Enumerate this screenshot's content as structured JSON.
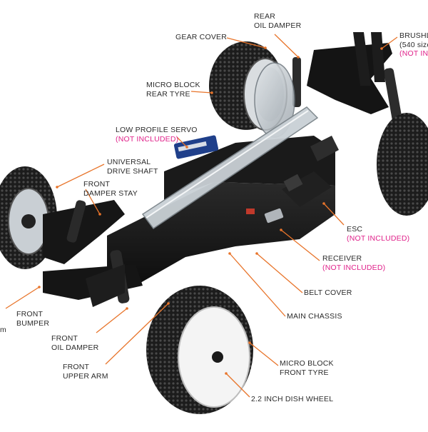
{
  "callouts": {
    "rear_oil_damper": [
      "REAR",
      "OIL DAMPER"
    ],
    "gear_cover": "GEAR COVER",
    "brushless_motor": [
      "BRUSHLE",
      "(540 size",
      "(NOT INC"
    ],
    "micro_block_rear_tyre": [
      "MICRO BLOCK",
      "REAR TYRE"
    ],
    "low_profile_servo": [
      "LOW PROFILE SERVO",
      "(NOT INCLUDED)"
    ],
    "universal_drive_shaft": [
      "UNIVERSAL",
      "DRIVE SHAFT"
    ],
    "front_damper_stay": [
      "FRONT",
      "DAMPER STAY"
    ],
    "esc": [
      "ESC",
      "(NOT INCLUDED)"
    ],
    "receiver": [
      "RECEIVER",
      "(NOT INCLUDED)"
    ],
    "belt_cover": "BELT COVER",
    "main_chassis": "MAIN CHASSIS",
    "front_bumper": [
      "FRONT",
      "BUMPER"
    ],
    "front_arm_partial": "m",
    "front_oil_damper": [
      "FRONT",
      "OIL DAMPER"
    ],
    "front_upper_arm": [
      "FRONT",
      "UPPER ARM"
    ],
    "micro_block_front_tyre": [
      "MICRO BLOCK",
      "FRONT TYRE"
    ],
    "dish_wheel": "2.2 INCH DISH WHEEL"
  },
  "colors": {
    "leader_line": "#e8742a",
    "not_included": "#e0218a",
    "label_text": "#2b2b2b"
  }
}
